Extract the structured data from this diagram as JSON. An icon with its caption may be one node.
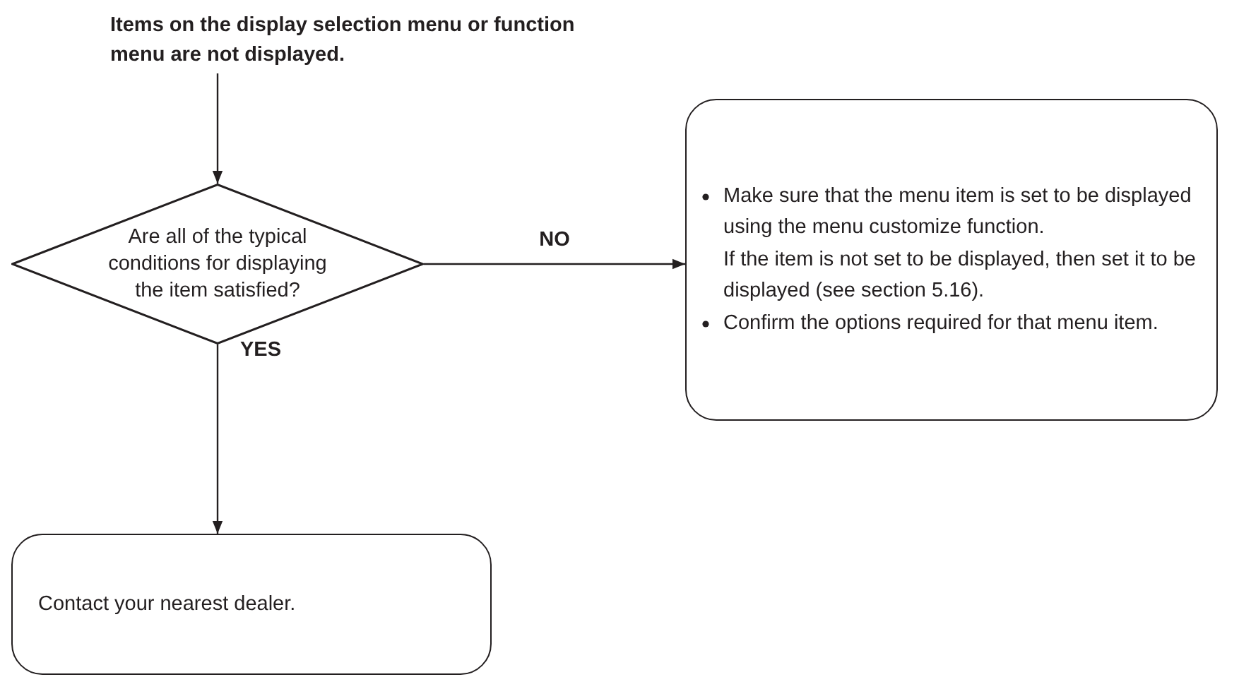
{
  "diagram": {
    "nodes": [
      {
        "text": [
          "Items on the display selection menu or function menu are not displayed."
        ]
      },
      {
        "text": [
          "Are all of the typical conditions for displaying the item satisfied?"
        ]
      },
      {
        "text": [
          "Make sure that the menu item is set to be displayed using the menu customize function.",
          "If the item is not set to be displayed, then set it to be displayed (see section 5.16).",
          "Confirm the options required for that menu item."
        ]
      },
      {
        "text": [
          "Contact your nearest dealer."
        ]
      }
    ],
    "edges": [
      {
        "from": 0,
        "to": 1,
        "arrow": "to"
      },
      {
        "from": 1,
        "to": 2,
        "arrow": "to",
        "label": "NO"
      },
      {
        "from": 1,
        "to": 3,
        "arrow": "to",
        "label": "YES"
      }
    ]
  }
}
